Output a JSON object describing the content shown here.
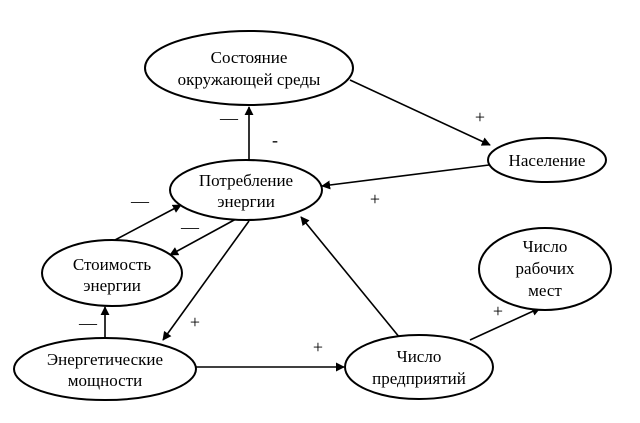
{
  "nodes": {
    "environment": {
      "lines": [
        "Состояние",
        "окружающей среды"
      ]
    },
    "population": {
      "lines": [
        "Население"
      ]
    },
    "energy_consumption": {
      "lines": [
        "Потребление",
        "энергии"
      ]
    },
    "energy_cost": {
      "lines": [
        "Стоимость",
        "энергии"
      ]
    },
    "jobs": {
      "lines": [
        "Число",
        "рабочих",
        "мест"
      ]
    },
    "energy_capacity": {
      "lines": [
        "Энергетические",
        "мощности"
      ]
    },
    "enterprises": {
      "lines": [
        "Число",
        "предприятий"
      ]
    }
  },
  "edges": [
    {
      "from": "energy_consumption",
      "to": "environment",
      "sign": "—"
    },
    {
      "from": "environment",
      "to": "population",
      "sign": "+"
    },
    {
      "from": "population",
      "to": "energy_consumption",
      "sign": "+"
    },
    {
      "from": "energy_cost",
      "to": "energy_consumption",
      "sign": "—"
    },
    {
      "from": "energy_consumption",
      "to": "energy_cost",
      "sign": "—"
    },
    {
      "from": "energy_capacity",
      "to": "energy_cost",
      "sign": "—"
    },
    {
      "from": "energy_consumption",
      "to": "energy_capacity",
      "sign": "+"
    },
    {
      "from": "energy_capacity",
      "to": "enterprises",
      "sign": "+"
    },
    {
      "from": "enterprises",
      "to": "energy_consumption",
      "sign": ""
    },
    {
      "from": "enterprises",
      "to": "jobs",
      "sign": "+"
    }
  ],
  "stray_marks": [
    "-"
  ]
}
